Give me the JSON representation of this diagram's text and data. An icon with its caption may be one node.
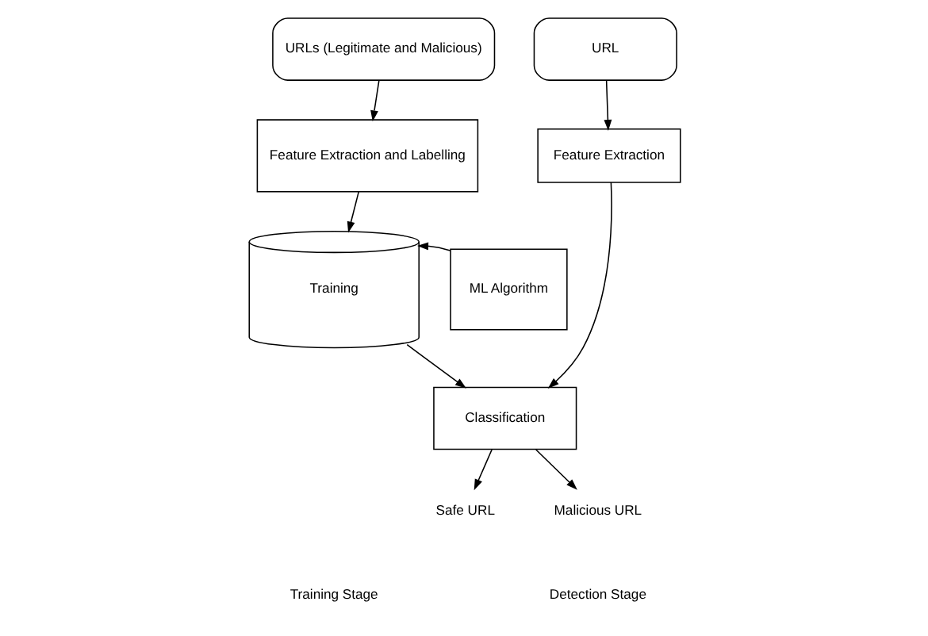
{
  "diagram": {
    "nodes": [
      {
        "text": [
          "URLs (Legitimate and Malicious)"
        ]
      },
      {
        "text": [
          "Feature Extraction and Labelling"
        ]
      },
      {
        "text": [
          "ML Algorithm"
        ]
      },
      {
        "text": [
          "Training"
        ]
      },
      {
        "text": [
          "URL"
        ]
      },
      {
        "text": [
          "Feature Extraction"
        ]
      },
      {
        "text": [
          "Classification"
        ]
      },
      {
        "text": [
          "Malicious URL"
        ]
      },
      {
        "text": [
          "Safe URL"
        ]
      }
    ],
    "edges": [
      {
        "from": 0,
        "to": 1,
        "arrow": "to"
      },
      {
        "from": 1,
        "to": 3,
        "arrow": "to"
      },
      {
        "from": 2,
        "to": 3,
        "arrow": "to"
      },
      {
        "from": 3,
        "to": 6,
        "arrow": "to"
      },
      {
        "from": 4,
        "to": 5,
        "arrow": "to"
      },
      {
        "from": 5,
        "to": 6,
        "arrow": "to"
      },
      {
        "from": 6,
        "to": 7,
        "arrow": "to"
      },
      {
        "from": 6,
        "to": 8,
        "arrow": "to"
      }
    ],
    "labels": [
      "Training Stage",
      "Detection Stage"
    ]
  }
}
